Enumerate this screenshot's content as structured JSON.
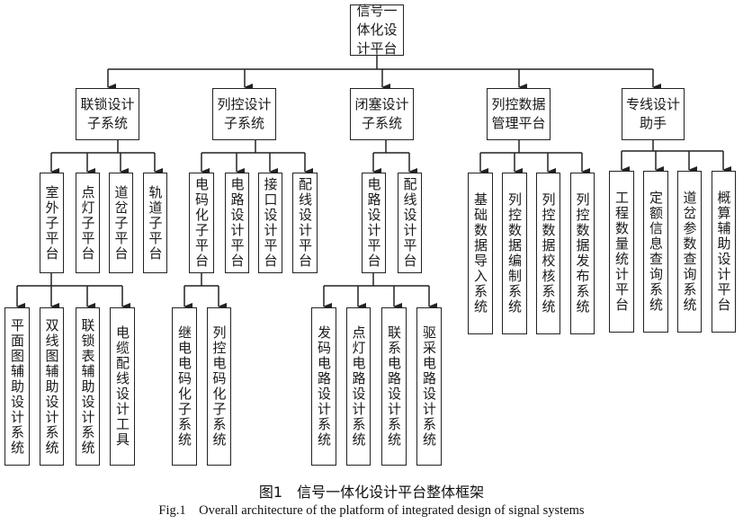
{
  "root": {
    "label": "信号一体化设计平台"
  },
  "level1": [
    {
      "label": "联锁设计子系统"
    },
    {
      "label": "列控设计子系统"
    },
    {
      "label": "闭塞设计子系统"
    },
    {
      "label": "列控数据管理平台"
    },
    {
      "label": "专线设计助手"
    }
  ],
  "level2": [
    {
      "parent": 0,
      "label": "室外子平台"
    },
    {
      "parent": 0,
      "label": "点灯子平台"
    },
    {
      "parent": 0,
      "label": "道岔子平台"
    },
    {
      "parent": 0,
      "label": "轨道子平台"
    },
    {
      "parent": 1,
      "label": "电码化子平台"
    },
    {
      "parent": 1,
      "label": "电路设计平台"
    },
    {
      "parent": 1,
      "label": "接口设计平台"
    },
    {
      "parent": 1,
      "label": "配线设计平台"
    },
    {
      "parent": 2,
      "label": "电路设计平台"
    },
    {
      "parent": 2,
      "label": "配线设计平台"
    },
    {
      "parent": 3,
      "label": "基础数据导入系统"
    },
    {
      "parent": 3,
      "label": "列控数据编制系统"
    },
    {
      "parent": 3,
      "label": "列控数据校核系统"
    },
    {
      "parent": 3,
      "label": "列控数据发布系统"
    },
    {
      "parent": 4,
      "label": "工程数量统计平台"
    },
    {
      "parent": 4,
      "label": "定额信息查询系统"
    },
    {
      "parent": 4,
      "label": "道岔参数查询系统"
    },
    {
      "parent": 4,
      "label": "概算辅助设计平台"
    }
  ],
  "level3": [
    {
      "parent": 0,
      "label": "平面图辅助设计系统"
    },
    {
      "parent": 0,
      "label": "双线图辅助设计系统"
    },
    {
      "parent": 0,
      "label": "联锁表辅助设计系统"
    },
    {
      "parent": 0,
      "label": "电缆配线设计工具"
    },
    {
      "parent": 4,
      "label": "继电电码化子系统"
    },
    {
      "parent": 4,
      "label": "列控电码化子系统"
    },
    {
      "parent": 8,
      "label": "发码电路设计系统"
    },
    {
      "parent": 8,
      "label": "点灯电路设计系统"
    },
    {
      "parent": 8,
      "label": "联系电路设计系统"
    },
    {
      "parent": 8,
      "label": "驱采电路设计系统"
    }
  ],
  "caption": {
    "cn": "图1　信号一体化设计平台整体框架",
    "en": "Fig.1　Overall architecture of the platform of integrated design of signal systems"
  }
}
